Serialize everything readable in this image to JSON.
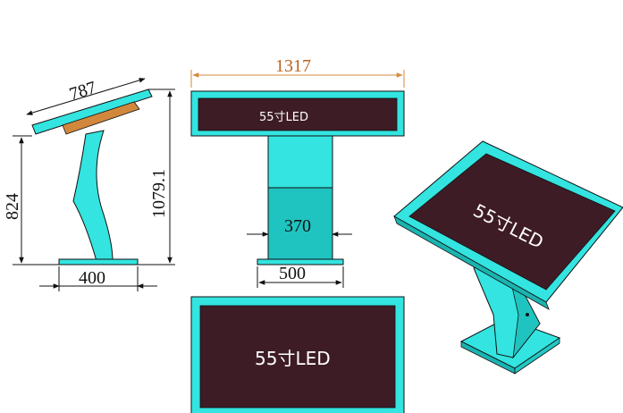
{
  "dimensions": {
    "side_panel_length": "787",
    "side_height": "824",
    "total_height": "1079.1",
    "side_base_width": "400",
    "front_width": "1317",
    "column_width": "370",
    "front_base_width": "500"
  },
  "screen_label": "55寸LED",
  "colors": {
    "frame": "#33e4e0",
    "frame_dark": "#1bb3b0",
    "screen": "#3e1c26",
    "line": "#111111",
    "accent_line": "#d68a3a"
  }
}
